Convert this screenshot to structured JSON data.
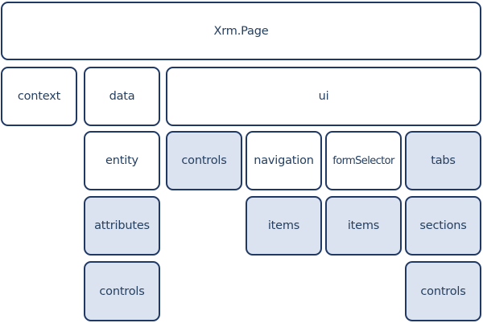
{
  "diagram": {
    "root": {
      "label": "Xrm.Page"
    },
    "level1": {
      "context": {
        "label": "context"
      },
      "data": {
        "label": "data"
      },
      "ui": {
        "label": "ui"
      }
    },
    "data_children": {
      "entity": {
        "label": "entity"
      },
      "attributes": {
        "label": "attributes"
      },
      "controls": {
        "label": "controls"
      }
    },
    "ui_children": {
      "controls": {
        "label": "controls"
      },
      "navigation": {
        "label": "navigation"
      },
      "navigation_items": {
        "label": "items"
      },
      "formSelector": {
        "label": "formSelector"
      },
      "formSelector_items": {
        "label": "items"
      },
      "tabs": {
        "label": "tabs"
      },
      "sections": {
        "label": "sections"
      },
      "section_controls": {
        "label": "controls"
      }
    },
    "colors": {
      "border": "#1f3864",
      "text": "#243f60",
      "collection_fill": "#dce3f0",
      "object_fill": "#ffffff"
    }
  }
}
